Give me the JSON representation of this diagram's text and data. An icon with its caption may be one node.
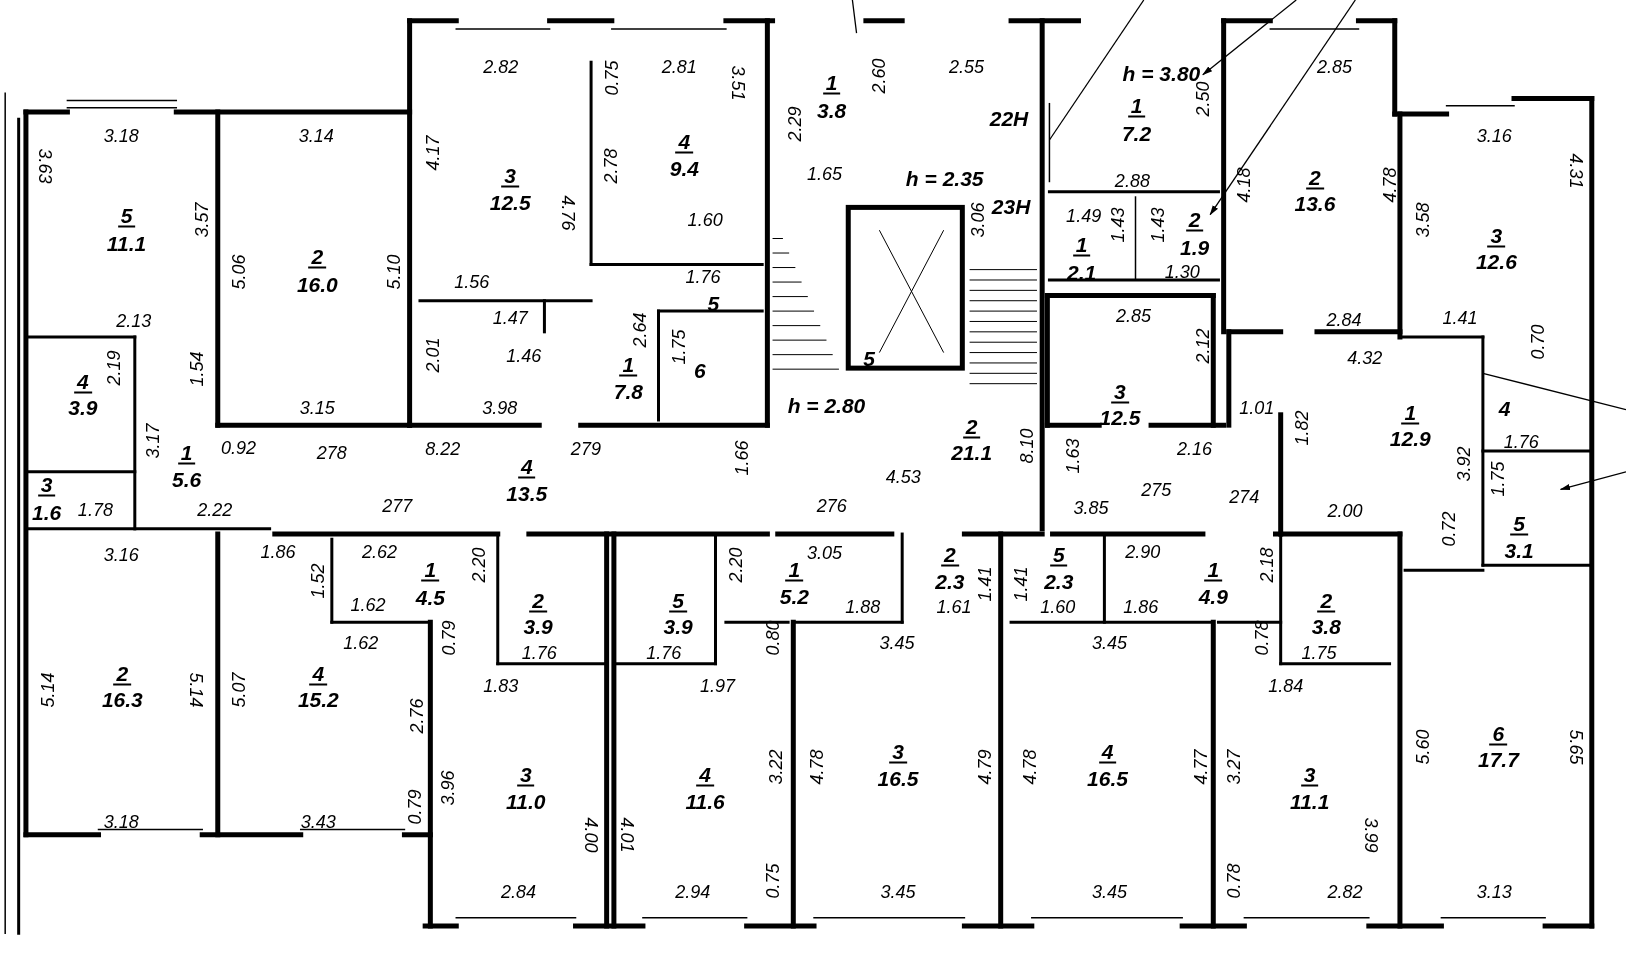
{
  "diagram": {
    "labels": [
      "2.82",
      "0.75",
      "2.81",
      "3.51",
      "1",
      "3.8",
      "2.60",
      "2.29",
      "1.65",
      "2.55",
      "22H",
      "h = 3.80",
      "1",
      "7.2",
      "2.50",
      "2.85",
      "3.18",
      "3.63",
      "5",
      "11.1",
      "3.57",
      "3.14",
      "2",
      "16.0",
      "5.06",
      "5.10",
      "4.17",
      "3",
      "12.5",
      "4.76",
      "2.78",
      "4",
      "9.4",
      "1.60",
      "1.56",
      "1.47",
      "1.46",
      "2.01",
      "1.76",
      "5",
      "2.64",
      "1.75",
      "1",
      "7.8",
      "6",
      "3.15",
      "3.98",
      "h = 2.35",
      "23H",
      "3.06",
      "2.88",
      "1.49",
      "1.43",
      "1.43",
      "2",
      "1",
      "1.9",
      "2.1",
      "1.30",
      "4.18",
      "2",
      "13.6",
      "4.78",
      "3.16",
      "4.31",
      "3.58",
      "3",
      "12.6",
      "5",
      "h = 2.80",
      "2.85",
      "2.12",
      "2.84",
      "1.41",
      "4.32",
      "0.70",
      "2.13",
      "2.19",
      "4",
      "3.9",
      "1.54",
      "3.17",
      "1",
      "5.6",
      "0.92",
      "278",
      "8.22",
      "279",
      "1.66",
      "4",
      "13.5",
      "2",
      "21.1",
      "8.10",
      "4.53",
      "3",
      "12.5",
      "1.63",
      "2.16",
      "1.01",
      "1.82",
      "1",
      "12.9",
      "4",
      "1.76",
      "3.92",
      "1.75",
      "5",
      "3.1",
      "3",
      "1.6",
      "1.78",
      "2.22",
      "277",
      "276",
      "3.85",
      "275",
      "274",
      "2.00",
      "0.72",
      "3.16",
      "1.86",
      "2.62",
      "1",
      "4.5",
      "2.20",
      "1.52",
      "2",
      "3.9",
      "5",
      "3.9",
      "2.20",
      "3.05",
      "1",
      "5.2",
      "2",
      "2.3",
      "1.41",
      "1.88",
      "1.61",
      "5",
      "2.3",
      "1.41",
      "1.60",
      "2.90",
      "1.86",
      "1",
      "4.9",
      "2.18",
      "2",
      "3.8",
      "1.62",
      "1.62",
      "0.79",
      "1.76",
      "1.76",
      "0.80",
      "3.45",
      "3.45",
      "0.78",
      "1.75",
      "1.83",
      "1.97",
      "1.84",
      "5.14",
      "2",
      "16.3",
      "5.14",
      "5.07",
      "4",
      "15.2",
      "2.76",
      "3.96",
      "3",
      "11.0",
      "4",
      "11.6",
      "3.22",
      "4.78",
      "3",
      "16.5",
      "4.79",
      "4.78",
      "4",
      "16.5",
      "4.77",
      "3.27",
      "3",
      "11.1",
      "5.60",
      "6",
      "17.7",
      "5.65",
      "0.79",
      "4.00",
      "4.01",
      "3.18",
      "3.43",
      "3.99",
      "0.75",
      "0.78",
      "2.84",
      "2.94",
      "3.45",
      "3.45",
      "2.82",
      "3.13"
    ]
  }
}
